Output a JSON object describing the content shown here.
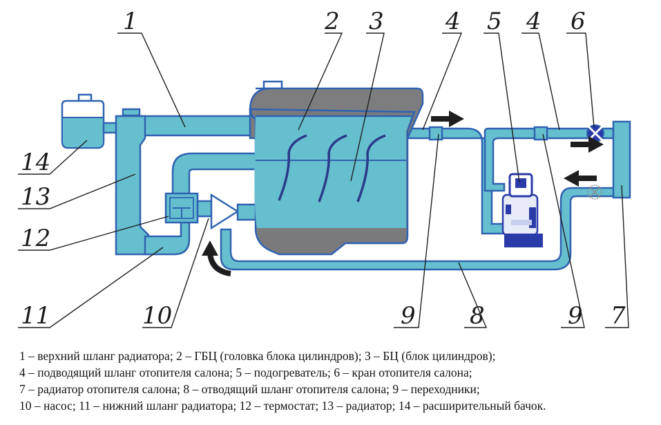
{
  "colors": {
    "coolant": "#66bfcf",
    "outline": "#2f62b0",
    "engine_top": "#7d7d80",
    "engine_bottom": "#7a7a7d",
    "arrow": "#1e1e1e",
    "heater": "#2a3aa8"
  },
  "callouts": {
    "c1": "1",
    "c2": "2",
    "c3": "3",
    "c4a": "4",
    "c5": "5",
    "c4b": "4",
    "c6": "6",
    "c14": "14",
    "c13": "13",
    "c12": "12",
    "c11": "11",
    "c10": "10",
    "c9a": "9",
    "c8": "8",
    "c9b": "9",
    "c7": "7"
  },
  "legend": [
    "1 – верхний шланг радиатора; 2 – ГБЦ (головка блока цилиндров); 3 – БЦ (блок цилиндров);",
    "4 – подводящий шланг отопителя салона; 5 – подогреватель; 6 – кран отопителя салона;",
    "7 – радиатор отопителя салона; 8 – отводящий шланг отопителя салона; 9 – переходники;",
    "10 – насос; 11 – нижний шланг радиатора; 12 – термостат; 13 – радиатор; 14 – расширительный бачок."
  ]
}
